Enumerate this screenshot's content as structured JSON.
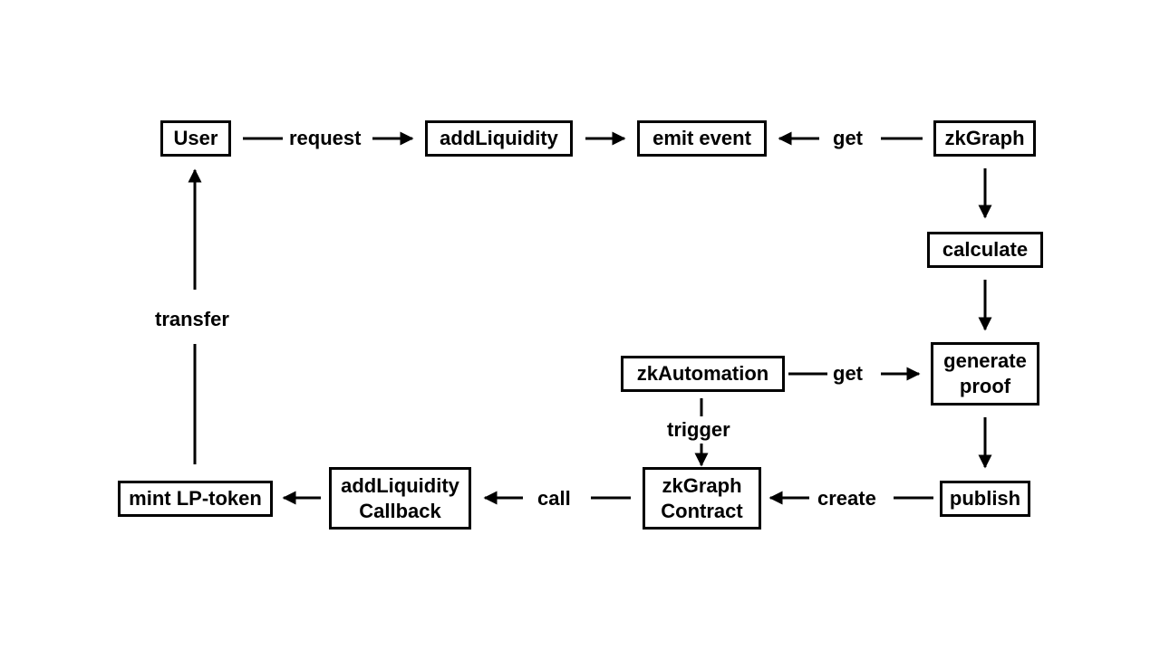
{
  "diagram": {
    "nodes": {
      "user": "User",
      "add_liquidity": "addLiquidity",
      "emit_event": "emit event",
      "zkgraph": "zkGraph",
      "calculate": "calculate",
      "generate_proof": [
        "generate",
        "proof"
      ],
      "publish": "publish",
      "zkgraph_contract": [
        "zkGraph",
        "Contract"
      ],
      "zkautomation": "zkAutomation",
      "add_liquidity_callback": [
        "addLiquidity",
        "Callback"
      ],
      "mint_lp_token": "mint LP-token"
    },
    "edges": {
      "request": "request",
      "get_event": "get",
      "get_proof": "get",
      "trigger": "trigger",
      "create": "create",
      "call": "call",
      "transfer": "transfer"
    },
    "colors": {
      "stroke": "#000000",
      "background": "#ffffff"
    }
  }
}
